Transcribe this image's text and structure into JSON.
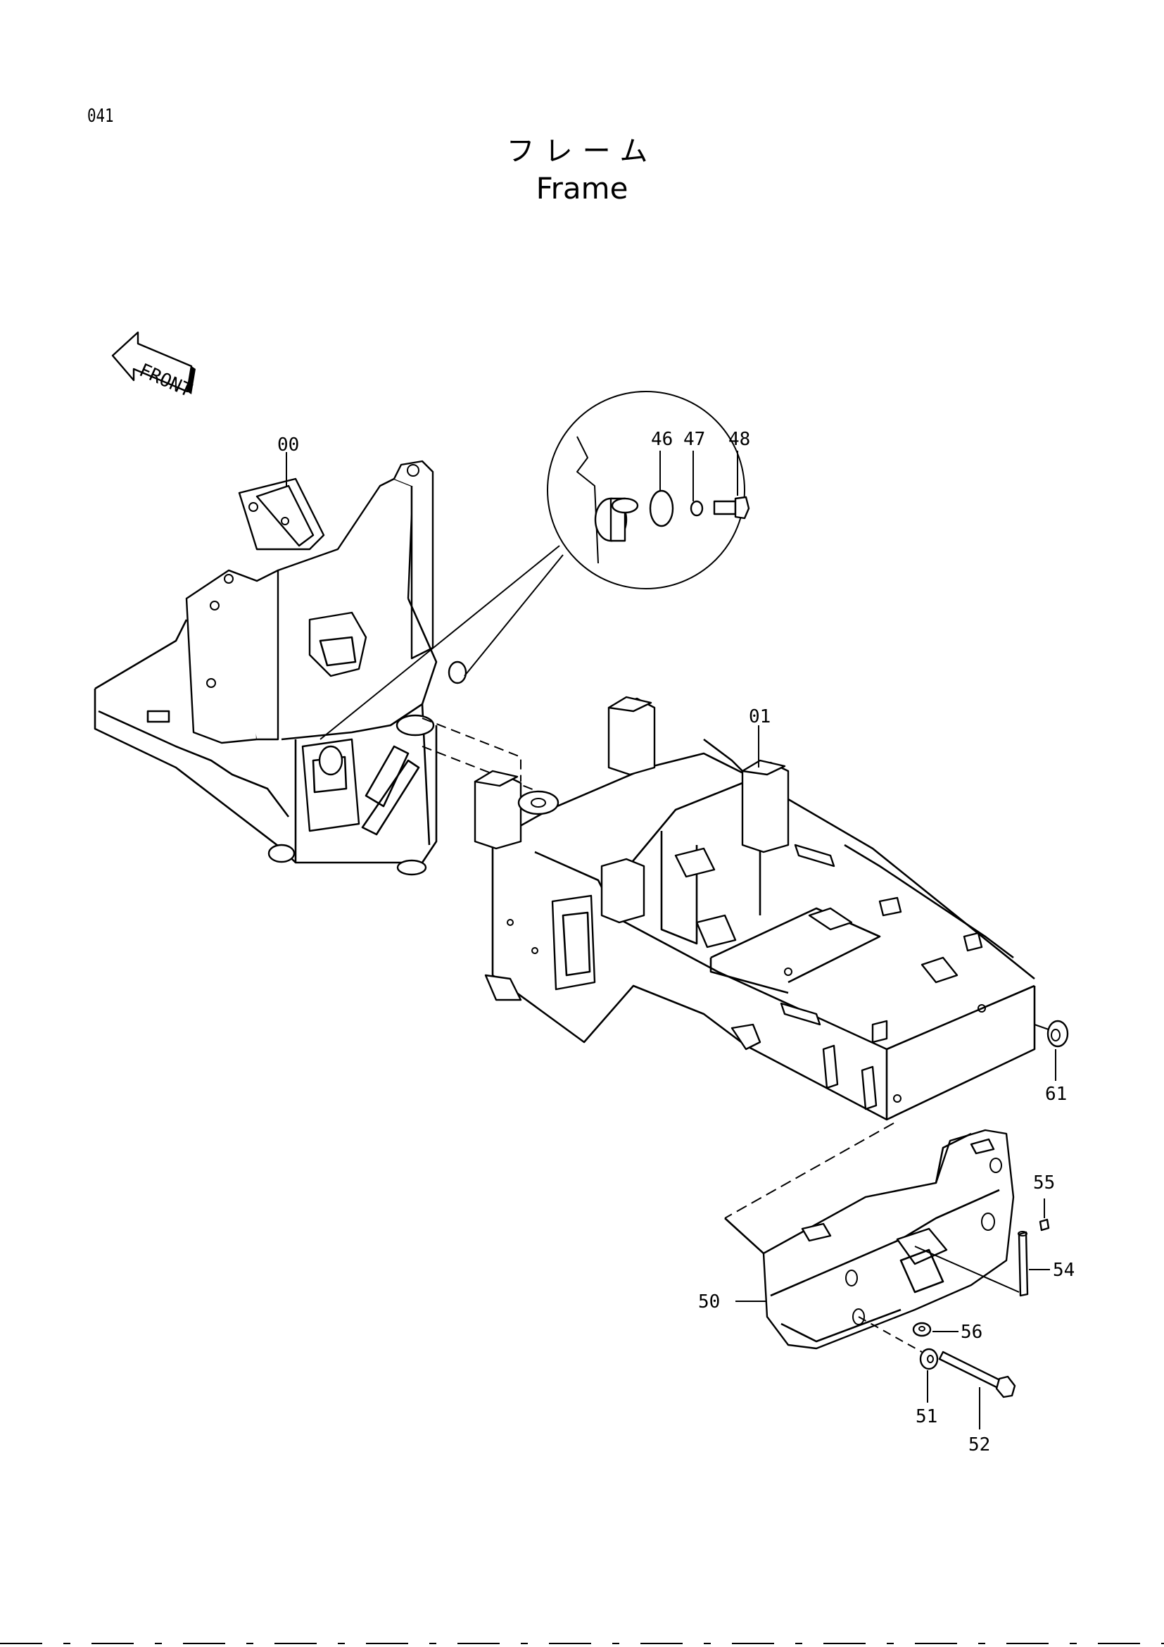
{
  "page_number": "041",
  "title_jp": "フレーム",
  "title_en": "Frame",
  "front_arrow_label": "FRONT",
  "callouts": {
    "p00": "00",
    "p01": "01",
    "p46": "46",
    "p47": "47",
    "p48": "48",
    "p50": "50",
    "p51": "51",
    "p52": "52",
    "p54": "54",
    "p55": "55",
    "p56": "56",
    "p61": "61"
  }
}
